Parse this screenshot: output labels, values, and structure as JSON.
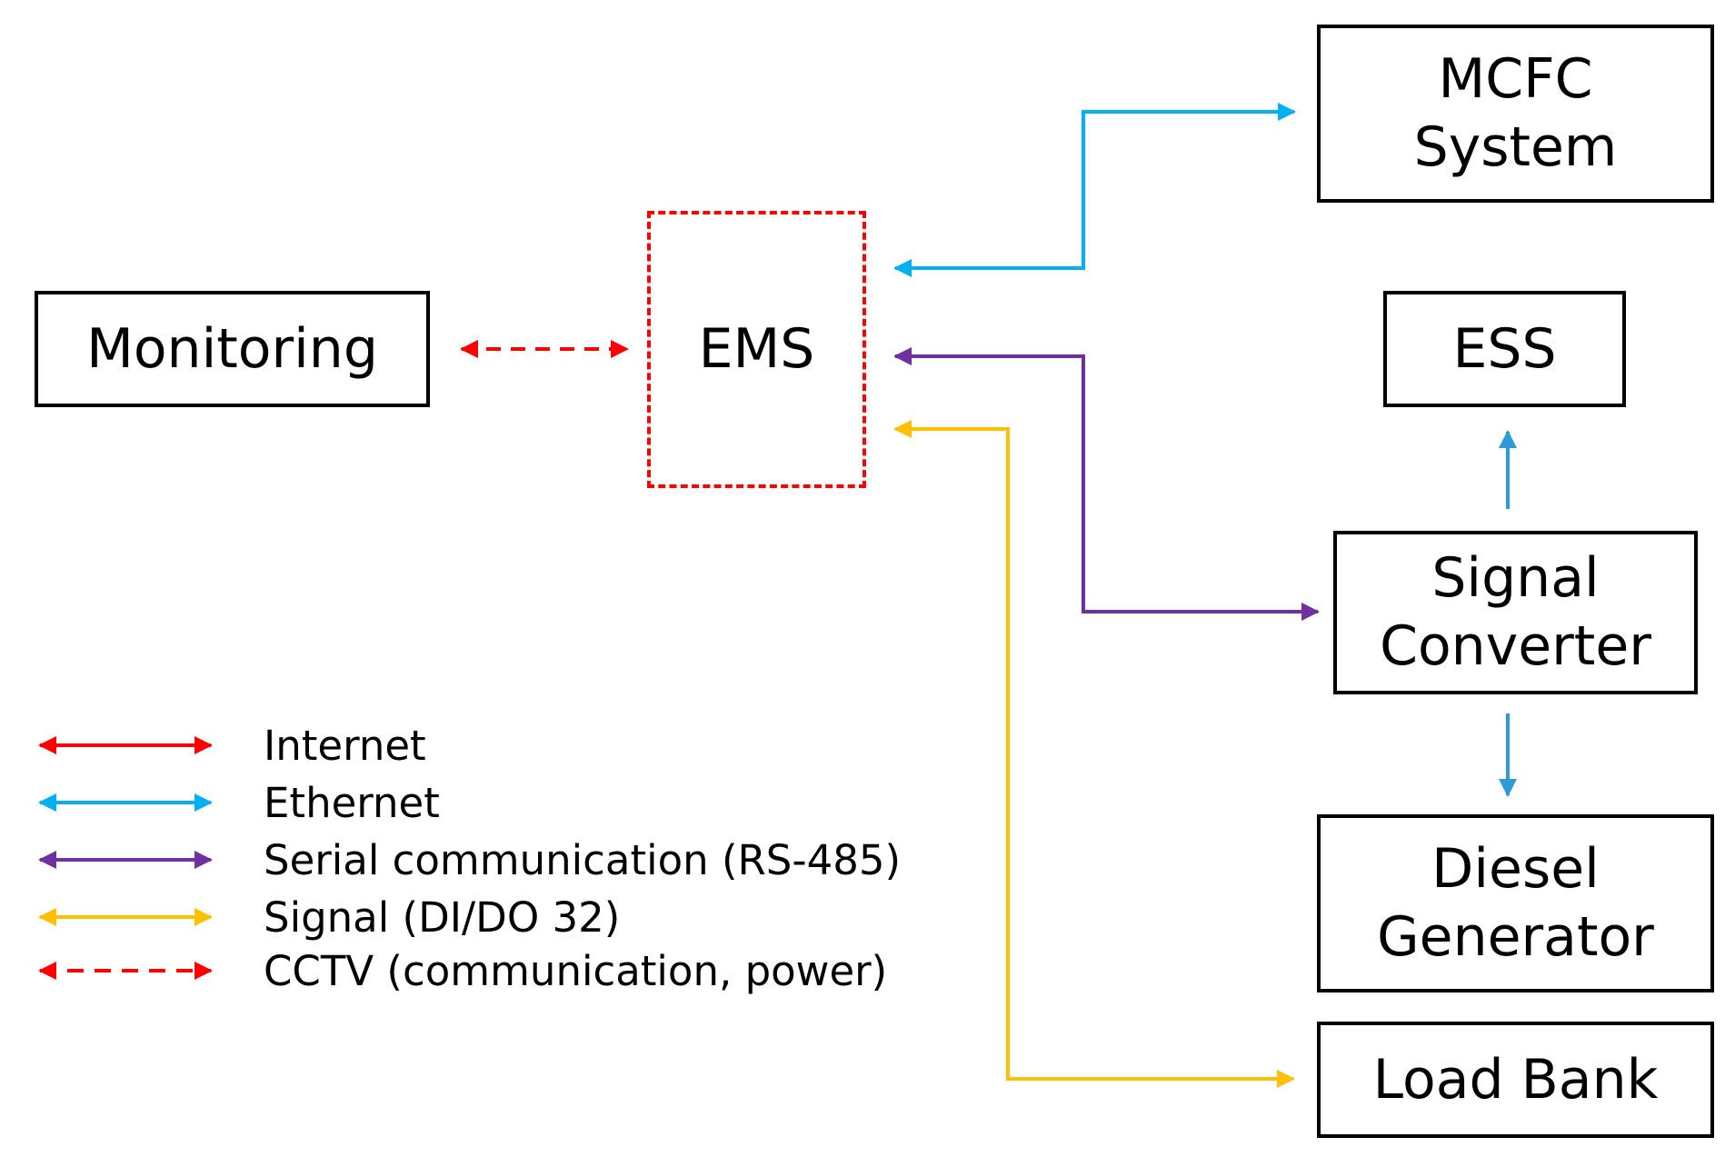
{
  "colors": {
    "internet": "#ff0000",
    "ethernet": "#00b0f0",
    "ethernet_internal": "#2e9bd6",
    "serial": "#7030a0",
    "signal": "#ffc000",
    "cctv": "#ff0000",
    "box_border": "#000000",
    "ems_border": "#ff0000"
  },
  "nodes": {
    "monitoring": "Monitoring",
    "ems": "EMS",
    "mcfc": "MCFC\nSystem",
    "ess": "ESS",
    "signal_converter": "Signal\nConverter",
    "diesel_generator": "Diesel\nGenerator",
    "load_bank": "Load Bank"
  },
  "legend": [
    {
      "label": "Internet",
      "color": "#ff0000",
      "style": "solid"
    },
    {
      "label": "Ethernet",
      "color": "#00b0f0",
      "style": "solid"
    },
    {
      "label": "Serial communication (RS-485)",
      "color": "#7030a0",
      "style": "solid"
    },
    {
      "label": "Signal (DI/DO 32)",
      "color": "#ffc000",
      "style": "solid"
    },
    {
      "label": "CCTV (communication, power)",
      "color": "#ff0000",
      "style": "dashed"
    }
  ]
}
